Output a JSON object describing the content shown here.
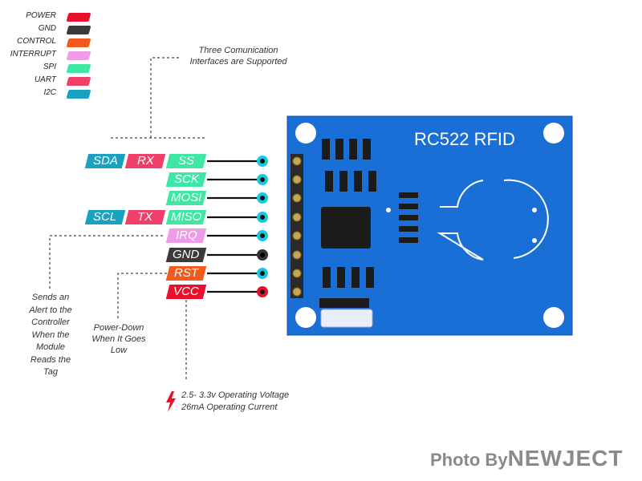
{
  "legend": [
    {
      "label": "POWER",
      "color": "#e8102a"
    },
    {
      "label": "GND",
      "color": "#3a3a3a"
    },
    {
      "label": "CONTROL",
      "color": "#f25a1e"
    },
    {
      "label": "INTERRUPT",
      "color": "#ee9ce8"
    },
    {
      "label": "SPI",
      "color": "#3ee8a4"
    },
    {
      "label": "UART",
      "color": "#f0406a"
    },
    {
      "label": "I2C",
      "color": "#1aa0c0"
    }
  ],
  "notes": {
    "interfaces": "Three Comunication\nInterfaces are Supported",
    "irq": "Sends an\nAlert to the\nController\nWhen the\nModule\nReads the\nTag",
    "rst": "Power-Down\nWhen It Goes\nLow",
    "power_line1": "2.5- 3.3v Operating Voltage",
    "power_line2": "26mA Operating Current"
  },
  "pins": {
    "ss": "SS",
    "sda": "SDA",
    "rx": "RX",
    "sck": "SCK",
    "mosi": "MOSI",
    "miso": "MISO",
    "scl": "SCL",
    "tx": "TX",
    "irq": "IRQ",
    "gnd": "GND",
    "rst": "RST",
    "vcc": "VCC"
  },
  "board": {
    "title": "RC522 RFID",
    "color": "#1a6fd6"
  },
  "branding": {
    "prefix": "Photo By",
    "name": "NEWJECT"
  }
}
